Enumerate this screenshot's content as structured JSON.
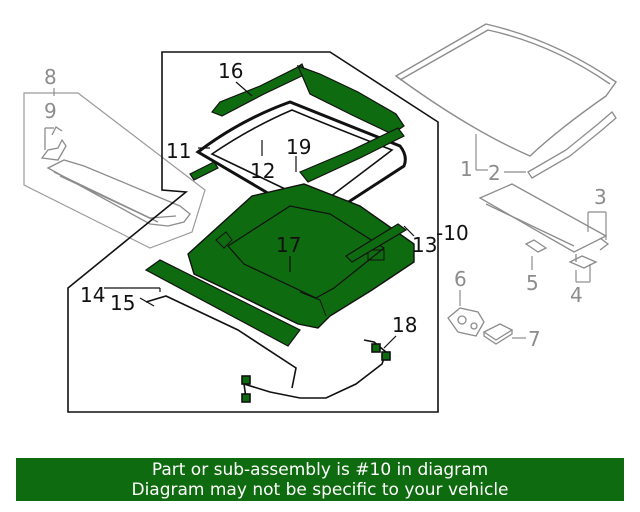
{
  "diagram": {
    "callouts": {
      "c1": "1",
      "c2": "2",
      "c3": "3",
      "c4": "4",
      "c5": "5",
      "c6": "6",
      "c7": "7",
      "c8": "8",
      "c9": "9",
      "c10": "-10",
      "c11": "11",
      "c12": "12",
      "c13": "13",
      "c14": "14",
      "c15": "15",
      "c16": "16",
      "c17": "17",
      "c18": "18",
      "c19": "19"
    },
    "highlight_color": "#0f6b0f",
    "line_color": "#111111",
    "secondary_color": "#8c8c8c"
  },
  "banner": {
    "line1": "Part or sub-assembly is #10 in diagram",
    "line2": "Diagram may not be specific to your vehicle"
  }
}
